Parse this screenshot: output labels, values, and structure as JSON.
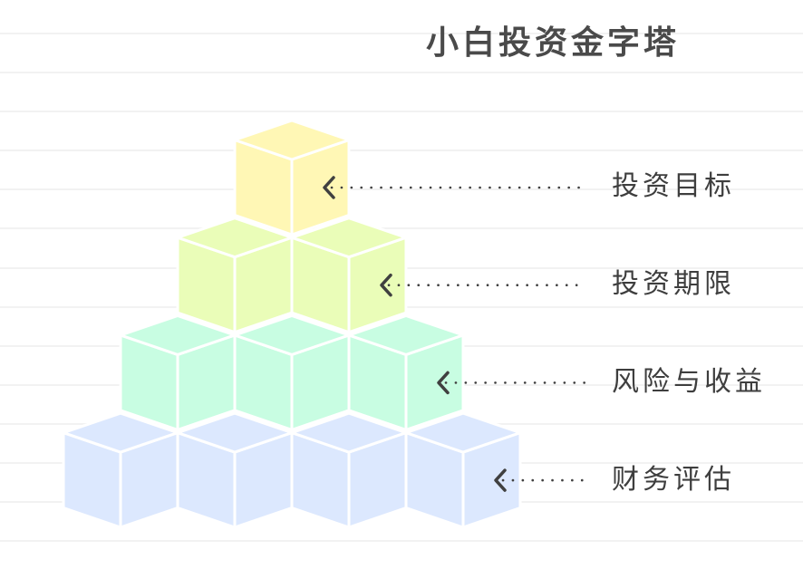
{
  "title": "小白投资金字塔",
  "colors": {
    "background": "#ffffff",
    "grid_line": "#f2f2f2",
    "text": "#3e3e3e",
    "arrow": "#404040",
    "cube_edge": "#ffffff"
  },
  "tiers": [
    {
      "label": "投资目标",
      "color": "#FFF7B5",
      "cubes": 1,
      "arrow_icon": "chevron-left-icon"
    },
    {
      "label": "投资期限",
      "color": "#EAFDB8",
      "cubes": 2,
      "arrow_icon": "chevron-left-icon"
    },
    {
      "label": "风险与收益",
      "color": "#C8FDE2",
      "cubes": 3,
      "arrow_icon": "chevron-left-icon"
    },
    {
      "label": "财务评估",
      "color": "#DCE8FE",
      "cubes": 4,
      "arrow_icon": "chevron-left-icon"
    }
  ]
}
